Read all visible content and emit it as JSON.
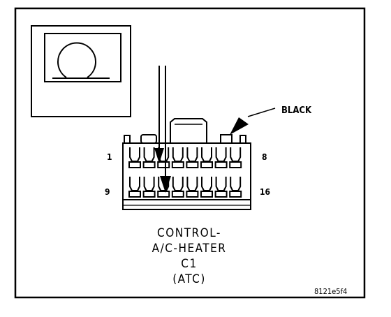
{
  "labels": {
    "color": "BLACK",
    "title_lines": [
      "CONTROL-",
      "A/C-HEATER",
      "C1",
      "(ATC)"
    ],
    "figure_code": "8121e5f4"
  },
  "pins": {
    "top_left": "1",
    "top_right": "8",
    "bottom_left": "9",
    "bottom_right": "16",
    "count": 16,
    "per_row": 8
  },
  "colors": {
    "line": "#000000",
    "background": "#ffffff"
  }
}
